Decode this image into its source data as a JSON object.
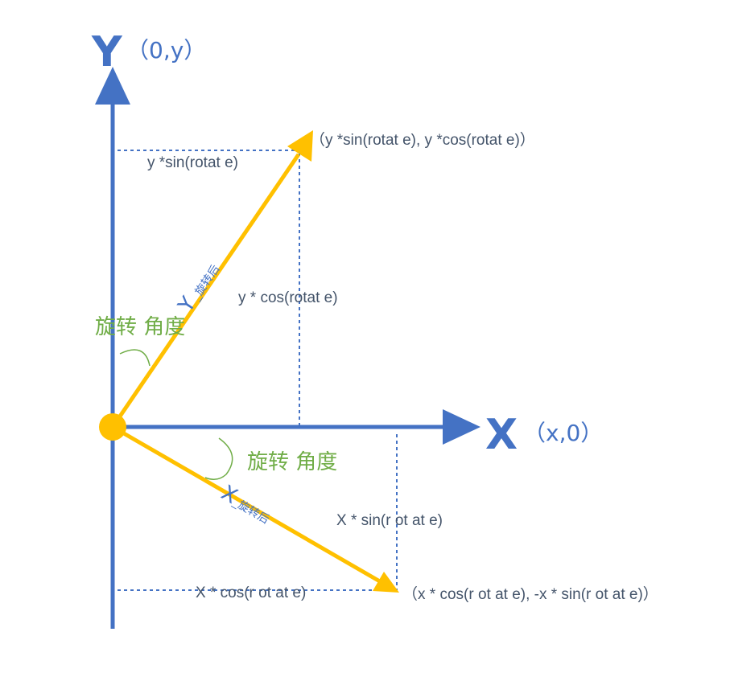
{
  "axes": {
    "y_letter": "Y",
    "y_coord": "（0,y）",
    "x_letter": "X",
    "x_coord": "（x,0）"
  },
  "rotated_axes": {
    "y_letter": "Y",
    "y_suffix": "_旋转后",
    "x_letter": "X",
    "x_suffix": "_旋转后"
  },
  "angle_labels": {
    "upper": "旋转 角度",
    "lower": "旋转 角度"
  },
  "annotations": {
    "y_point": "（y *sin(rotat e), y *cos(rotat e)）",
    "y_sin": "y *sin(rotat e)",
    "y_cos": "y * cos(rotat e)",
    "x_sin": "X * sin(r ot at e)",
    "x_cos": "X * cos(r ot at e)",
    "x_point": "（x * cos(r ot at e), -x * sin(r ot at e)）"
  },
  "colors": {
    "axis": "#4472c4",
    "rotated": "#ffc000",
    "text": "#44546a",
    "angle": "#70ad47"
  }
}
